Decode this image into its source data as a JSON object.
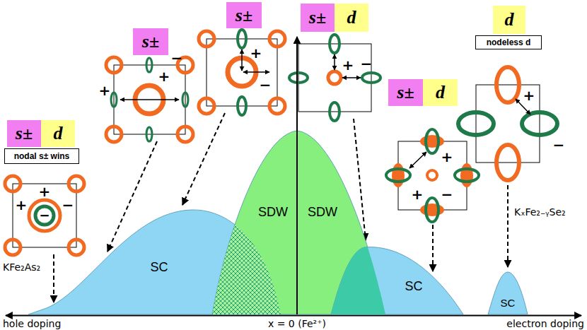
{
  "diagram": {
    "nodes": [
      {
        "text": [
          "s±"
        ]
      },
      {
        "text": [
          "s±"
        ]
      },
      {
        "text": [
          "d"
        ]
      },
      {
        "text": [
          "d"
        ]
      },
      {
        "text": [
          "nodeless d"
        ]
      },
      {
        "text": [
          "s±"
        ]
      },
      {
        "text": [
          "s±"
        ]
      },
      {
        "text": [
          "d"
        ]
      },
      {
        "text": [
          "s±"
        ]
      },
      {
        "text": [
          "d"
        ]
      },
      {
        "text": [
          "nodal s± wins"
        ]
      },
      {
        "text": [
          "SC"
        ]
      },
      {
        "text": [
          "SDW"
        ]
      },
      {
        "text": [
          "SDW"
        ]
      },
      {
        "text": [
          "SC"
        ]
      },
      {
        "text": [
          "SC"
        ]
      }
    ],
    "labels": [
      "−",
      "+",
      "+",
      "−",
      "+",
      "−",
      "+",
      "+",
      "−",
      "+",
      "+",
      "+",
      "−",
      "+",
      "−",
      "−",
      "KₓFe₂₋ᵧSe₂",
      "KFe₂As₂",
      "hole doping",
      "x = 0 (Fe²⁺)",
      "electron doping"
    ]
  }
}
